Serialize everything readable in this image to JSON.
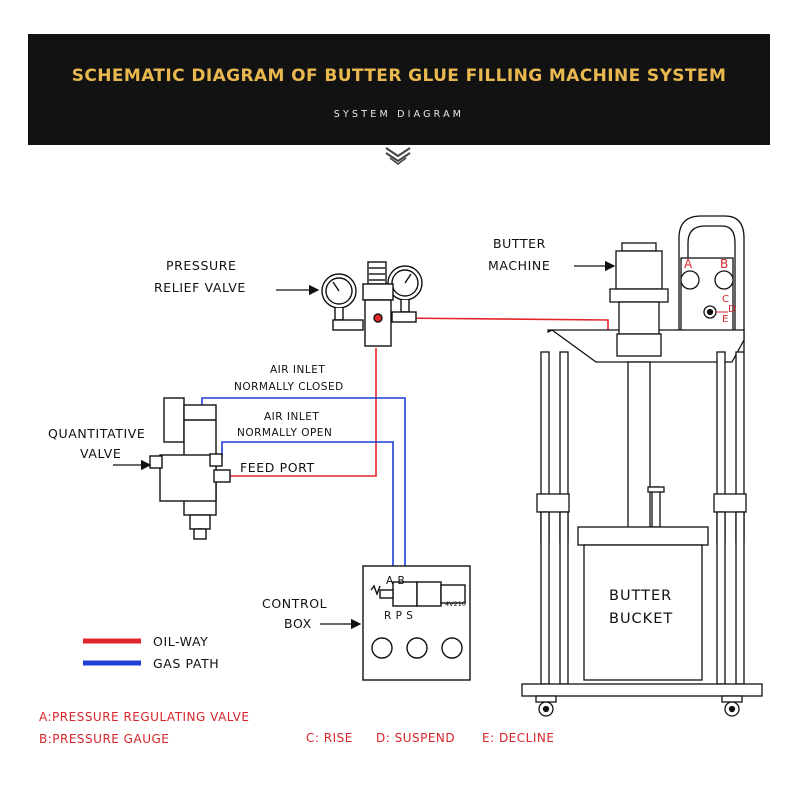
{
  "header": {
    "title": "SCHEMATIC DIAGRAM OF BUTTER GLUE FILLING MACHINE SYSTEM",
    "subtitle": "SYSTEM DIAGRAM"
  },
  "labels": {
    "pressure_relief_valve": [
      "PRESSURE",
      "RELIEF VALVE"
    ],
    "butter_machine": [
      "BUTTER",
      "MACHINE"
    ],
    "quantitative_valve": [
      "QUANTITATIVE",
      "VALVE"
    ],
    "air_inlet_closed": [
      "AIR INLET",
      "NORMALLY CLOSED"
    ],
    "air_inlet_open": [
      "AIR INLET",
      "NORMALLY OPEN"
    ],
    "feed_port": "FEED PORT",
    "control_box": [
      "CONTROL",
      "BOX"
    ],
    "butter_bucket": [
      "BUTTER",
      "BUCKET"
    ],
    "solenoid_ports_top": "A B",
    "solenoid_ports_bottom": "R P S",
    "solenoid_model": "4V210",
    "panel_a": "A",
    "panel_b": "B",
    "panel_c": "C",
    "panel_d": "D",
    "panel_e": "E"
  },
  "legend": {
    "oil_way": "OIL-WAY",
    "gas_path": "GAS PATH",
    "oil_color": "#e3262b",
    "gas_color": "#1f3fd6"
  },
  "footnotes": {
    "a": "A:PRESSURE REGULATING VALVE",
    "b": "B:PRESSURE GAUGE",
    "c": "C: RISE",
    "d": "D: SUSPEND",
    "e": "E: DECLINE"
  },
  "colors": {
    "header_bg": "#121212",
    "title": "#e9b84f",
    "accent_red": "#d8252a",
    "pipe_red": "#e3262b",
    "pipe_blue": "#1f3fd6"
  }
}
